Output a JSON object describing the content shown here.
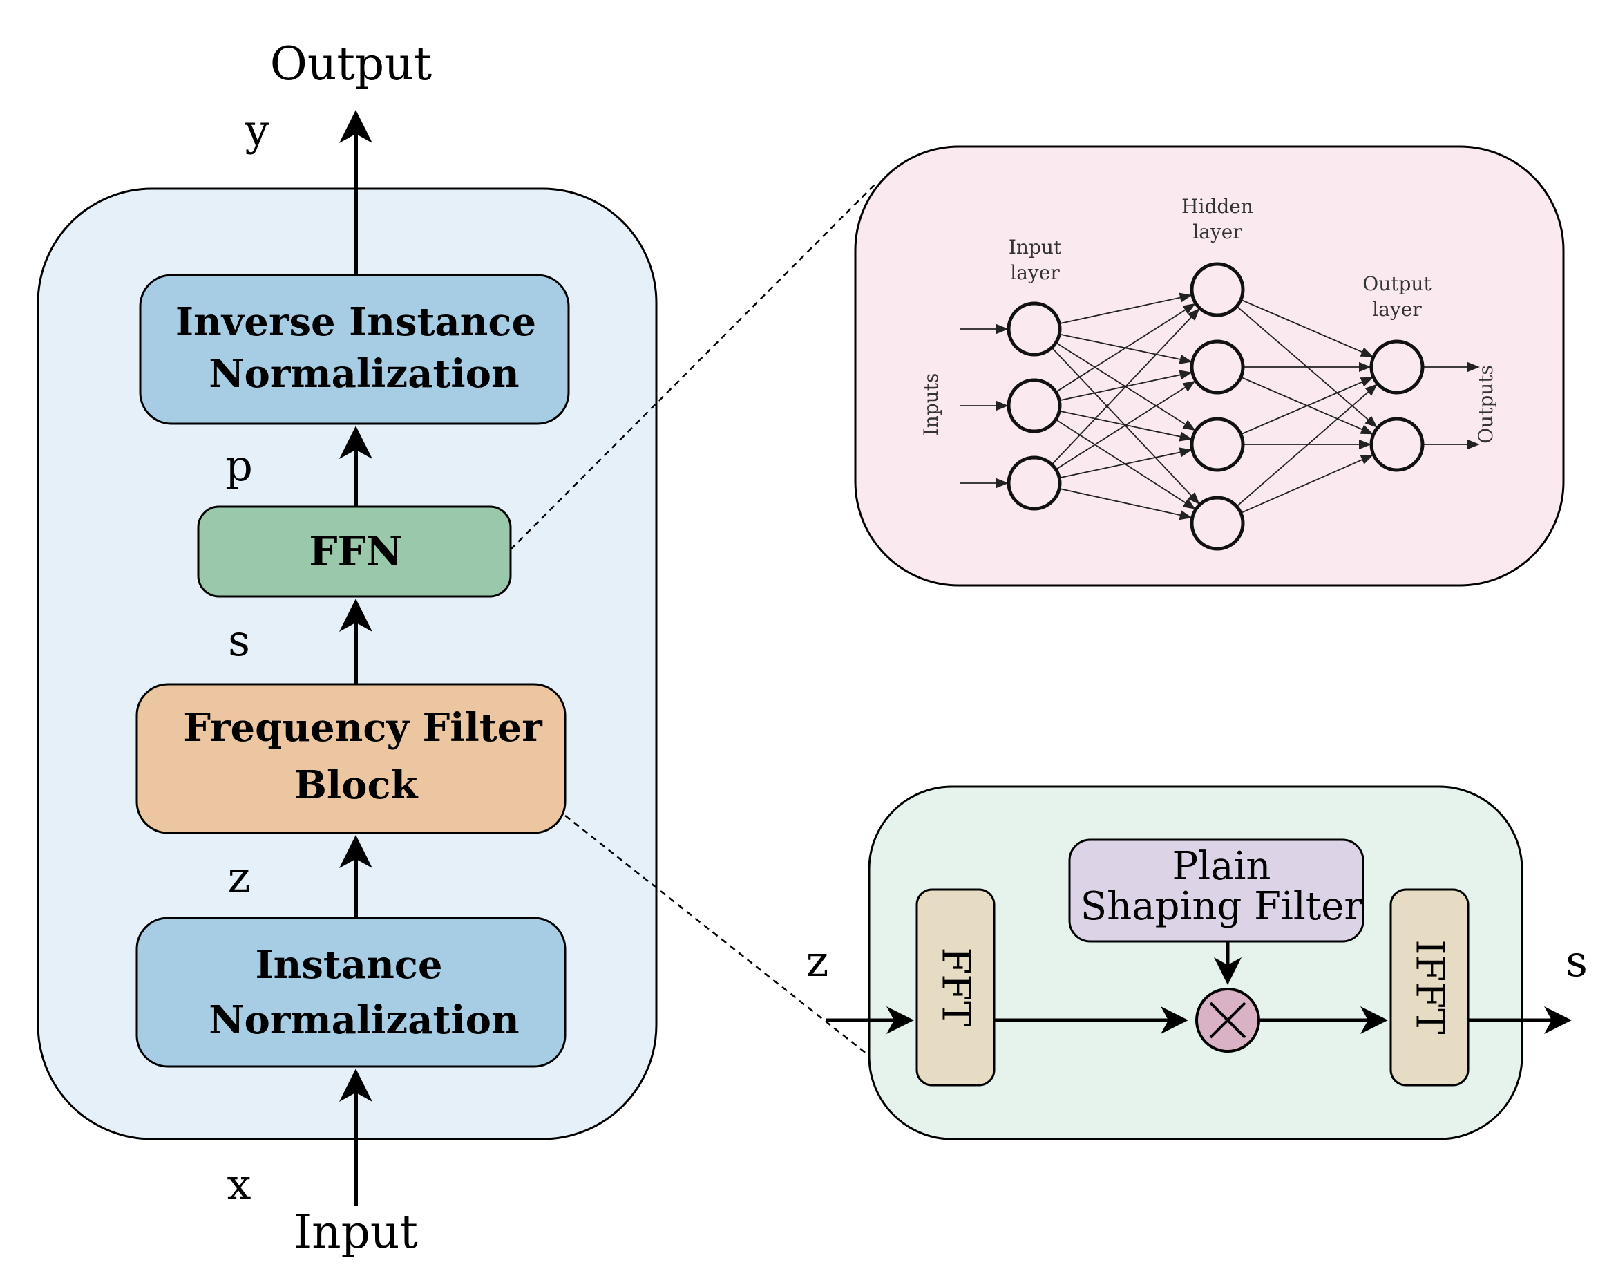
{
  "main": {
    "output_label": "Output",
    "input_label": "Input",
    "var_y": "y",
    "var_p": "p",
    "var_s": "s",
    "var_z": "z",
    "var_x": "x",
    "inverse_norm": {
      "line1": "Inverse Instance",
      "line2": "Normalization"
    },
    "ffn": "FFN",
    "freq_filter": {
      "line1": "Frequency Filter",
      "line2": "Block"
    },
    "instance_norm": {
      "line1": "Instance",
      "line2": "Normalization"
    }
  },
  "nn_panel": {
    "input_layer": {
      "line1": "Input",
      "line2": "layer"
    },
    "hidden_layer": {
      "line1": "Hidden",
      "line2": "layer"
    },
    "output_layer": {
      "line1": "Output",
      "line2": "layer"
    },
    "inputs": "Inputs",
    "outputs": "Outputs"
  },
  "filter_panel": {
    "in_var": "z",
    "out_var": "s",
    "fft": "FFT",
    "ifft": "IFFT",
    "plain_filter": {
      "line1": "Plain",
      "line2": "Shaping Filter"
    }
  },
  "colors": {
    "main_bg": "#e5f0f8",
    "norm_box": "#a7cde4",
    "ffn_box": "#99c9aa",
    "freq_box": "#ebc6a1",
    "nn_bg": "#fbe9f0",
    "filter_bg": "#e6f3ec",
    "fft_box": "#e6dcc3",
    "plain_box": "#ddd3e6",
    "multiply_node": "#d9b2c6"
  }
}
